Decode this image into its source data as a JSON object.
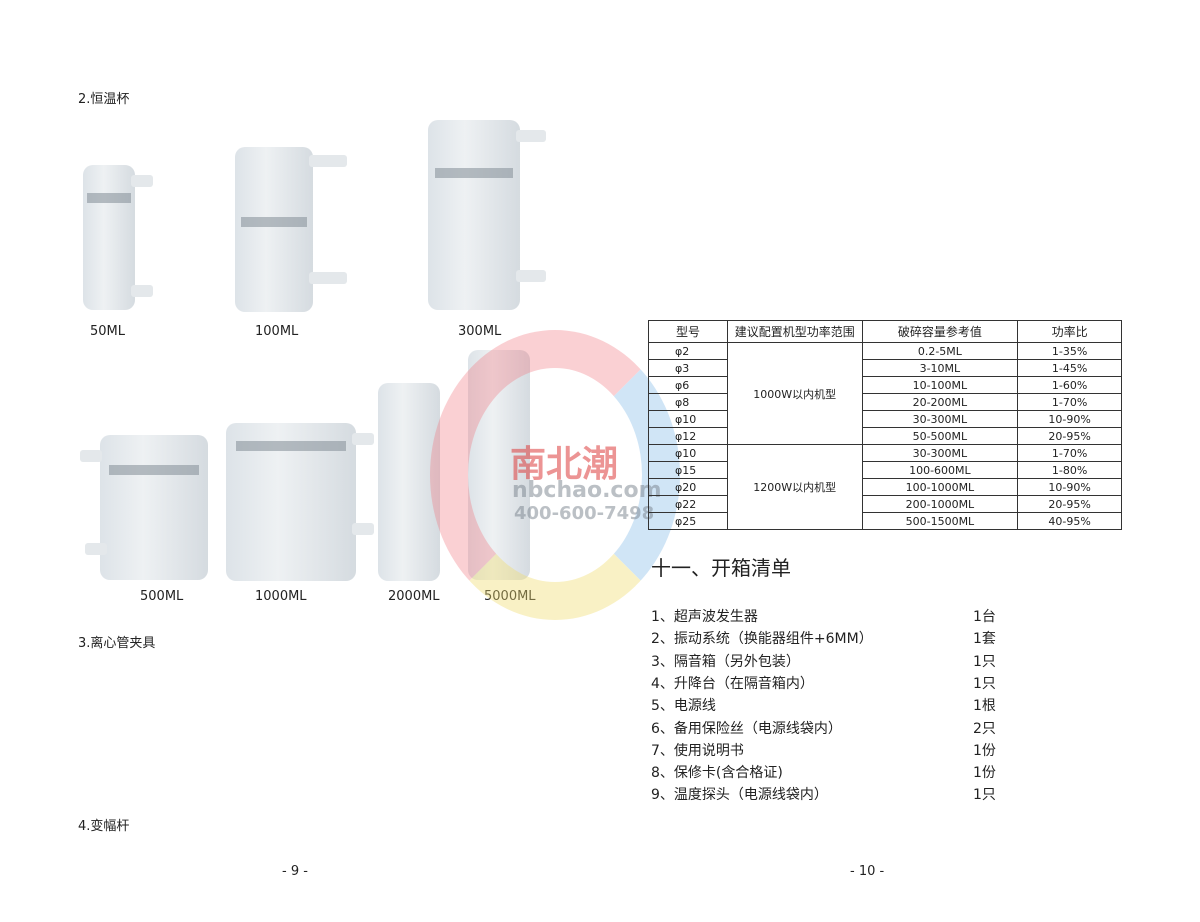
{
  "left_page": {
    "section2_title": "2.恒温杯",
    "cups_row1": [
      "50ML",
      "100ML",
      "300ML"
    ],
    "cups_row2": [
      "500ML",
      "1000ML",
      "2000ML",
      "5000ML"
    ],
    "section3_title": "3.离心管夹具",
    "section4_title": "4.变幅杆",
    "page_number": "- 9 -"
  },
  "right_page": {
    "table": {
      "headers": [
        "型号",
        "建议配置机型功率范围",
        "破碎容量参考值",
        "功率比"
      ],
      "groups": [
        {
          "power": "1000W以内机型",
          "rows": [
            {
              "model": "φ2",
              "capacity": "0.2-5ML",
              "ratio": "1-35%"
            },
            {
              "model": "φ3",
              "capacity": "3-10ML",
              "ratio": "1-45%"
            },
            {
              "model": "φ6",
              "capacity": "10-100ML",
              "ratio": "1-60%"
            },
            {
              "model": "φ8",
              "capacity": "20-200ML",
              "ratio": "1-70%"
            },
            {
              "model": "φ10",
              "capacity": "30-300ML",
              "ratio": "10-90%"
            },
            {
              "model": "φ12",
              "capacity": "50-500ML",
              "ratio": "20-95%"
            }
          ]
        },
        {
          "power": "1200W以内机型",
          "rows": [
            {
              "model": "φ10",
              "capacity": "30-300ML",
              "ratio": "1-70%"
            },
            {
              "model": "φ15",
              "capacity": "100-600ML",
              "ratio": "1-80%"
            },
            {
              "model": "φ20",
              "capacity": "100-1000ML",
              "ratio": "10-90%"
            },
            {
              "model": "φ22",
              "capacity": "200-1000ML",
              "ratio": "20-95%"
            },
            {
              "model": "φ25",
              "capacity": "500-1500ML",
              "ratio": "40-95%"
            }
          ]
        }
      ]
    },
    "section_title": "十一、开箱清单",
    "packing_list": [
      {
        "item": "1、超声波发生器",
        "qty": "1台"
      },
      {
        "item": "2、振动系统（换能器组件+6MM）",
        "qty": "1套"
      },
      {
        "item": "3、隔音箱（另外包装）",
        "qty": "1只"
      },
      {
        "item": "4、升降台（在隔音箱内）",
        "qty": "1只"
      },
      {
        "item": "5、电源线",
        "qty": "1根"
      },
      {
        "item": "6、备用保险丝（电源线袋内）",
        "qty": "2只"
      },
      {
        "item": "7、使用说明书",
        "qty": "1份"
      },
      {
        "item": "8、保修卡(含合格证)",
        "qty": "1份"
      },
      {
        "item": "9、温度探头（电源线袋内）",
        "qty": "1只"
      }
    ],
    "page_number": "- 10 -"
  },
  "watermark": {
    "brand": "南北潮",
    "site": "nbchao.com",
    "phone": "400-600-7498"
  }
}
